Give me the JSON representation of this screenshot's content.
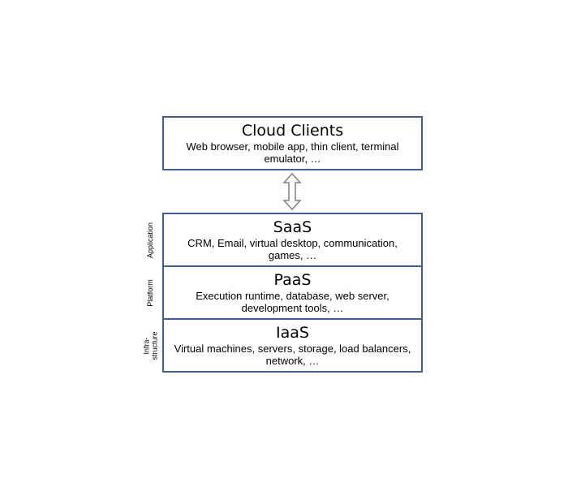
{
  "clients": {
    "title": "Cloud Clients",
    "description": "Web browser, mobile app, thin client, terminal emulator, …"
  },
  "layers": [
    {
      "side_label": "Application",
      "title": "SaaS",
      "description": "CRM, Email, virtual desktop, communication, games, …"
    },
    {
      "side_label": "Platform",
      "title": "PaaS",
      "description": "Execution runtime, database, web server, development tools, …"
    },
    {
      "side_label": "Infra-\nstructure",
      "title": "IaaS",
      "description": "Virtual machines, servers, storage, load balancers, network, …"
    }
  ],
  "colors": {
    "box_border": "#3f5f8f",
    "arrow_stroke": "#7f7f7f"
  },
  "icons": {
    "connector": "double-headed-vertical-arrow"
  }
}
